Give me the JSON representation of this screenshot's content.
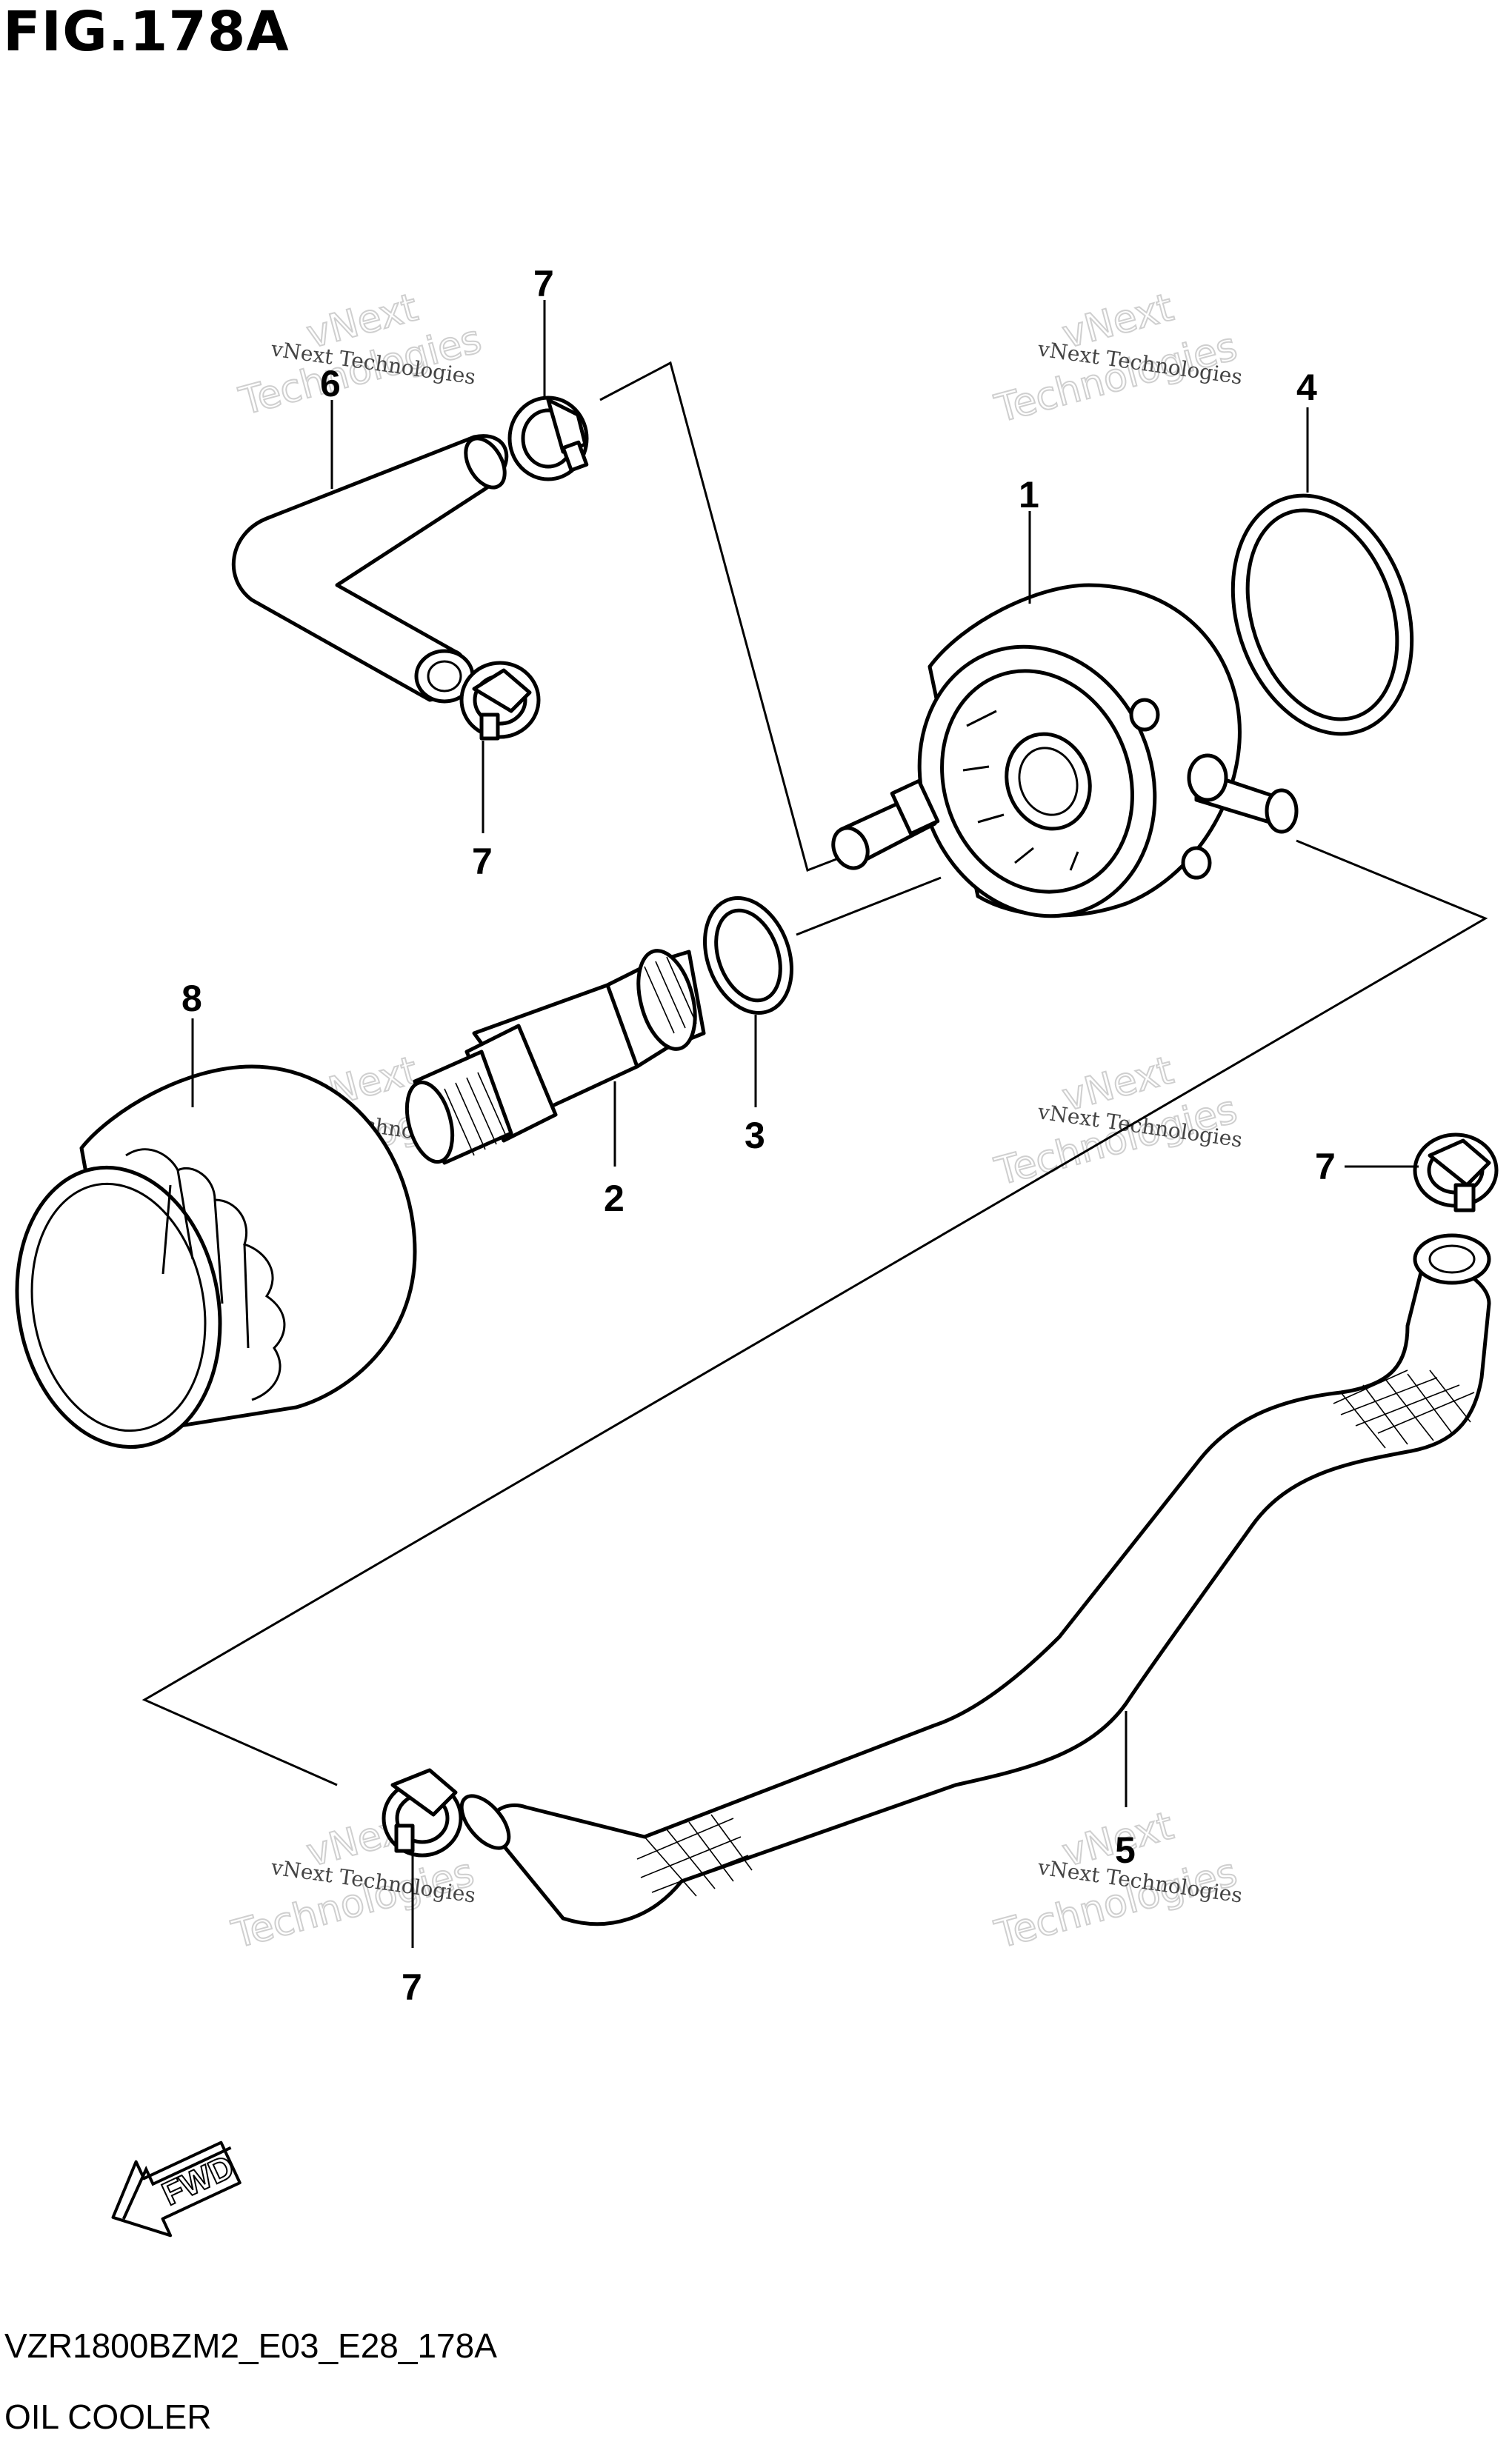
{
  "figure": {
    "title": "FIG.178A",
    "code": "VZR1800BZM2_E03_E28_178A",
    "name": "OIL COOLER"
  },
  "callouts": [
    {
      "id": "1",
      "label": "1"
    },
    {
      "id": "2",
      "label": "2"
    },
    {
      "id": "3",
      "label": "3"
    },
    {
      "id": "4",
      "label": "4"
    },
    {
      "id": "5",
      "label": "5"
    },
    {
      "id": "6",
      "label": "6"
    },
    {
      "id": "7a",
      "label": "7"
    },
    {
      "id": "7b",
      "label": "7"
    },
    {
      "id": "7c",
      "label": "7"
    },
    {
      "id": "7d",
      "label": "7"
    },
    {
      "id": "8",
      "label": "8"
    }
  ],
  "watermark": {
    "line1": "vNext Technologies",
    "line2": "vNext",
    "line3": "Technologies"
  },
  "fwd_arrow": {
    "label": "FWD",
    "icon": "fwd-arrow-icon"
  }
}
